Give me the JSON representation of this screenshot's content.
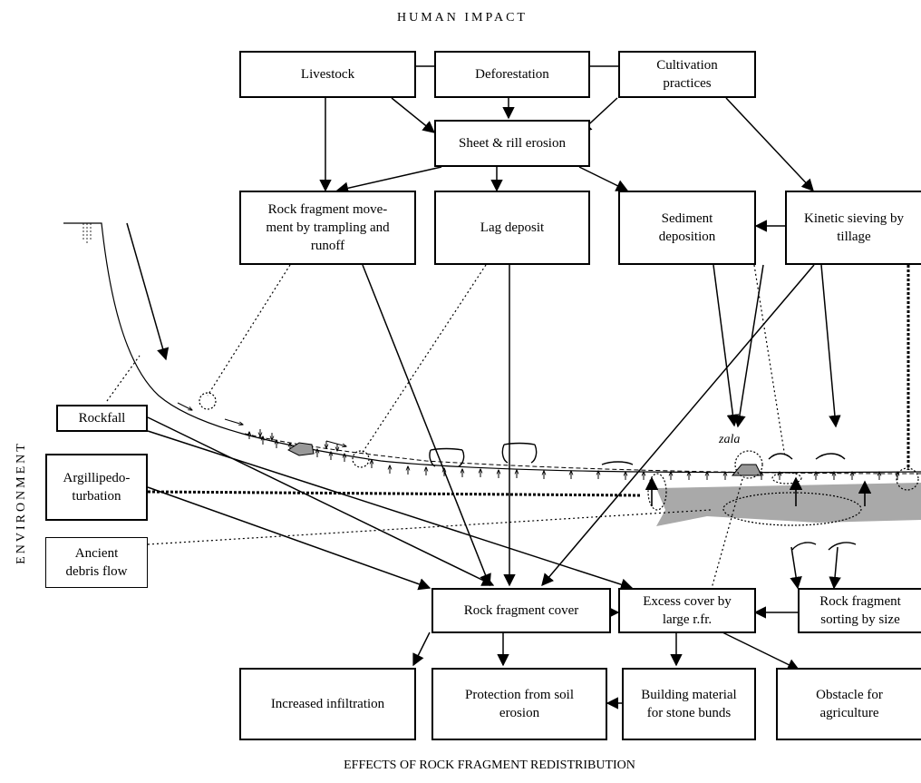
{
  "headings": {
    "top": "HUMAN IMPACT",
    "left": "ENVIRONMENT",
    "bottom": "EFFECTS OF ROCK FRAGMENT REDISTRIBUTION"
  },
  "boxes": {
    "livestock": "Livestock",
    "deforestation": "Deforestation",
    "cultivation": "Cultivation\npractices",
    "sheet_rill": "Sheet & rill erosion",
    "trampling": "Rock fragment move-\nment by trampling and\nrunoff",
    "lag_deposit": "Lag deposit",
    "sediment_deposition": "Sediment\ndeposition",
    "kinetic_sieving": "Kinetic sieving by\ntillage",
    "rockfall": "Rockfall",
    "argillipedoturbation": "Argillipedo-\nturbation",
    "ancient_debris": "Ancient\ndebris flow",
    "rf_cover": "Rock fragment cover",
    "excess_cover": "Excess cover by\nlarge r.fr.",
    "rf_sorting": "Rock fragment\nsorting by size",
    "infiltration": "Increased infiltration",
    "protection": "Protection from soil\nerosion",
    "building": "Building material\nfor stone bunds",
    "obstacle": "Obstacle for\nagriculture"
  },
  "annotations": {
    "zala": "zala"
  }
}
